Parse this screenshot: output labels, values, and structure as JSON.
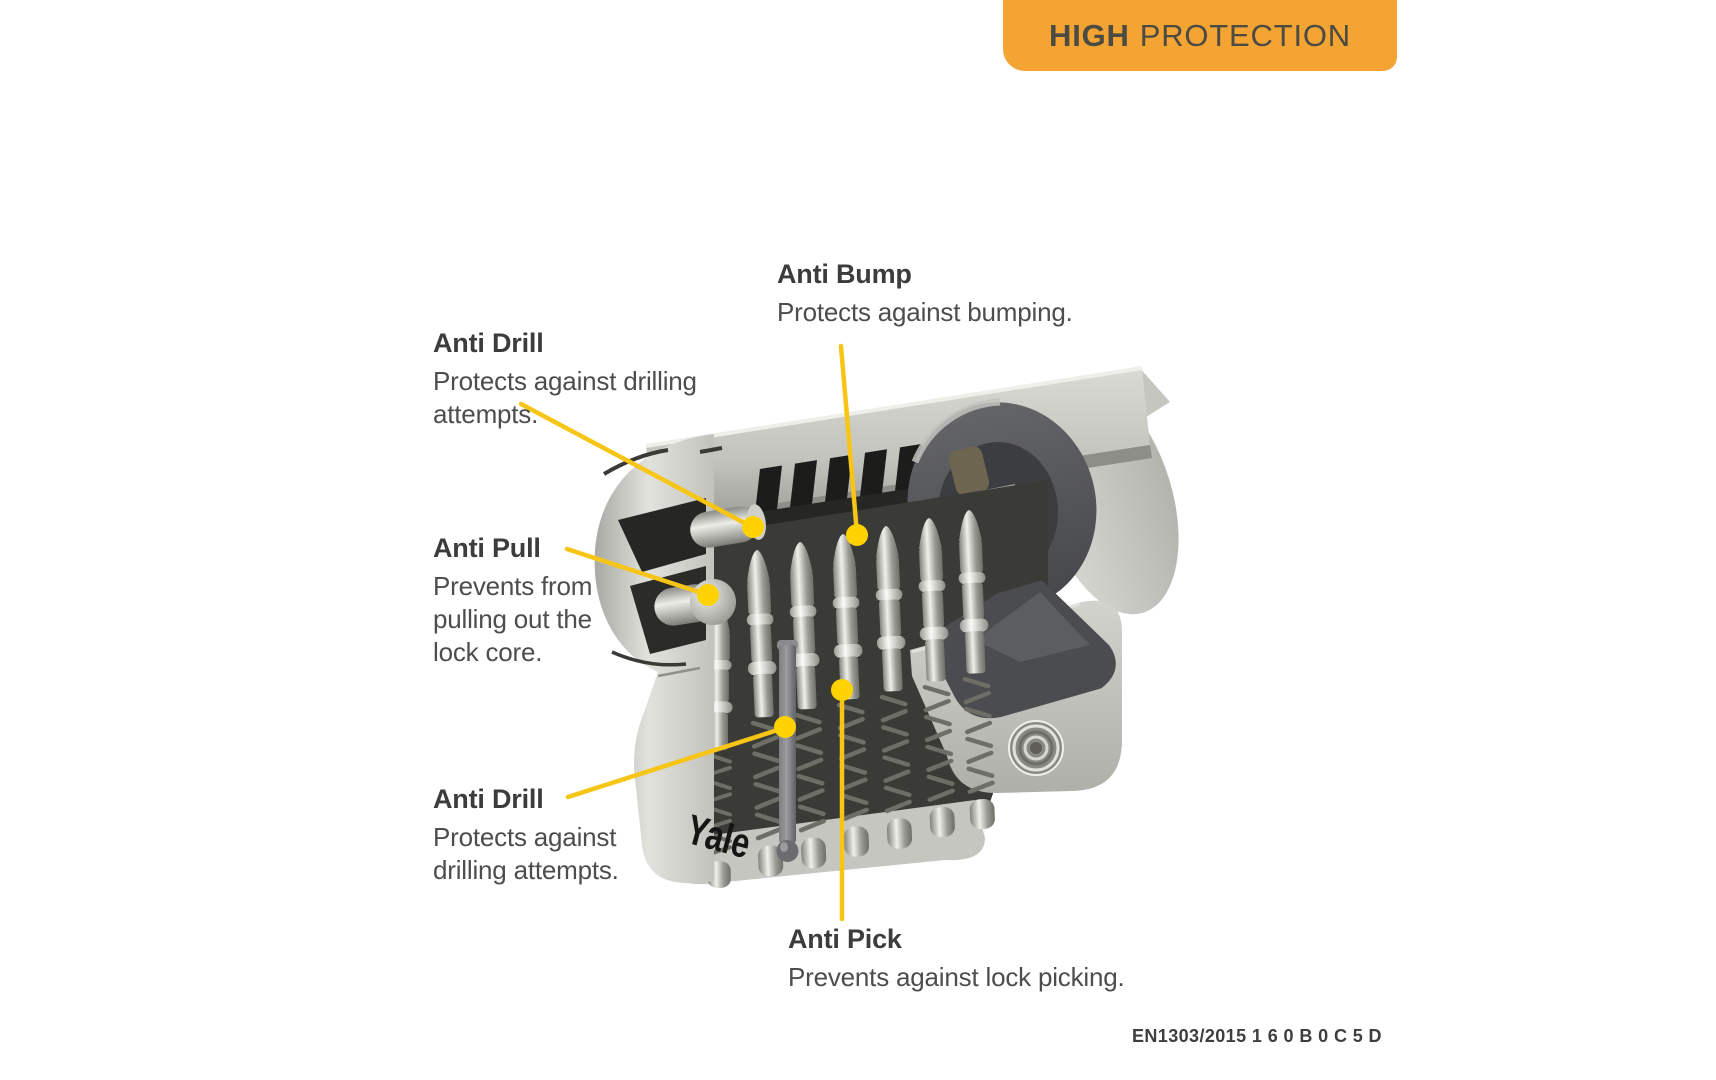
{
  "badge": {
    "highlight": "HIGH",
    "rest": "PROTECTION"
  },
  "callouts": [
    {
      "title": "Anti Bump",
      "lines": [
        "Protects against bumping."
      ]
    },
    {
      "title": "Anti Drill",
      "lines": [
        "Protects against drilling",
        "attempts."
      ]
    },
    {
      "title": "Anti Pull",
      "lines": [
        "Prevents from",
        "pulling out the",
        "lock core."
      ]
    },
    {
      "title": "Anti Drill",
      "lines": [
        "Protects against",
        "drilling attempts."
      ]
    },
    {
      "title": "Anti Pick",
      "lines": [
        "Prevents against lock picking."
      ]
    }
  ],
  "lock": {
    "brand": "Yale"
  },
  "footer": {
    "standard_code": "EN1303/2015 1 6 0 B 0 C 5 D"
  },
  "colors": {
    "badge_orange": "#F3A433",
    "callout_yellow": "#F7C515",
    "dot_yellow": "#FFD200",
    "title_gray": "#3C3C3B",
    "body_gray": "#4D4D4C"
  }
}
